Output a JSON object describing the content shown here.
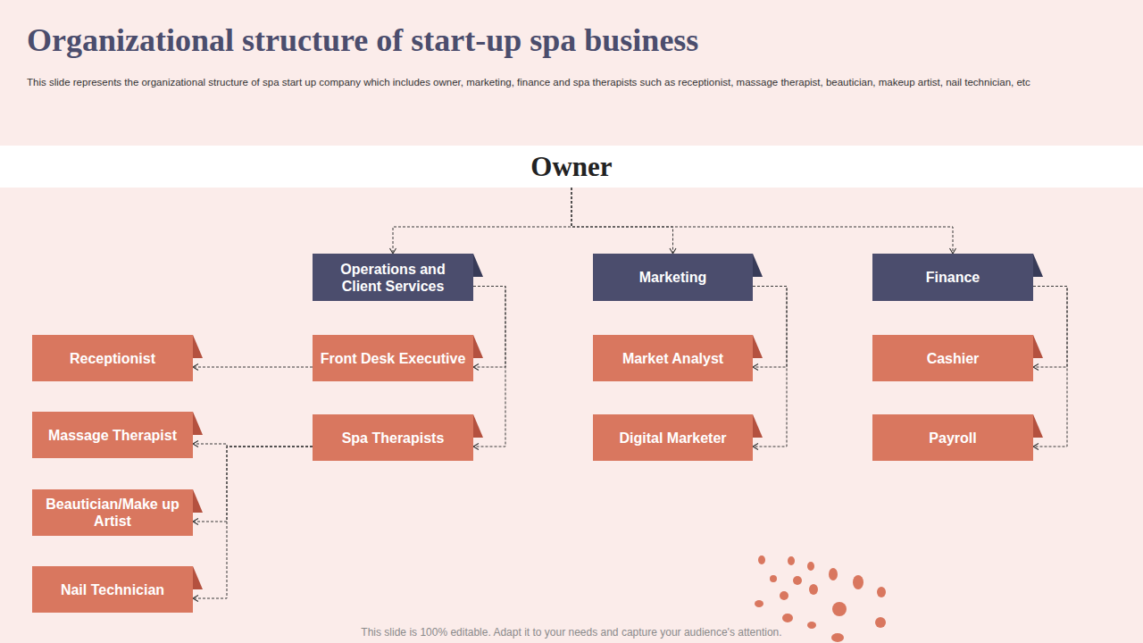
{
  "diagram": {
    "title": "Organizational structure of start-up spa business",
    "caption": "This slide represents the organizational structure of spa start up company which includes owner, marketing, finance and spa therapists such as receptionist, massage therapist, beautician, makeup artist, nail technician, etc",
    "nodes": [
      {
        "text": [
          "Owner"
        ]
      },
      {
        "text": [
          "Operations and Client Services"
        ]
      },
      {
        "text": [
          "Marketing"
        ]
      },
      {
        "text": [
          "Finance"
        ]
      },
      {
        "text": [
          "Receptionist"
        ]
      },
      {
        "text": [
          "Front Desk Executive"
        ]
      },
      {
        "text": [
          "Market Analyst"
        ]
      },
      {
        "text": [
          "Cashier"
        ]
      },
      {
        "text": [
          "Massage Therapist"
        ]
      },
      {
        "text": [
          "Spa Therapists"
        ]
      },
      {
        "text": [
          "Digital Marketer"
        ]
      },
      {
        "text": [
          "Payroll"
        ]
      },
      {
        "text": [
          "Beautician/Make up Artist"
        ]
      },
      {
        "text": [
          "Nail Technician"
        ]
      }
    ],
    "edges": [
      {
        "from": 0,
        "to": 1,
        "arrow": "to"
      },
      {
        "from": 0,
        "to": 2,
        "arrow": "to"
      },
      {
        "from": 0,
        "to": 3,
        "arrow": "to"
      },
      {
        "from": 1,
        "to": 5,
        "arrow": "to"
      },
      {
        "from": 1,
        "to": 9,
        "arrow": "to"
      },
      {
        "from": 2,
        "to": 6,
        "arrow": "to"
      },
      {
        "from": 2,
        "to": 10,
        "arrow": "to"
      },
      {
        "from": 3,
        "to": 7,
        "arrow": "to"
      },
      {
        "from": 3,
        "to": 11,
        "arrow": "to"
      },
      {
        "from": 5,
        "to": 4,
        "arrow": "to"
      },
      {
        "from": 9,
        "to": 8,
        "arrow": "to"
      },
      {
        "from": 9,
        "to": 12,
        "arrow": "to"
      },
      {
        "from": 9,
        "to": 13,
        "arrow": "to"
      }
    ],
    "labels": [
      "This slide is 100% editable. Adapt it to your needs and capture your audience's attention."
    ]
  }
}
